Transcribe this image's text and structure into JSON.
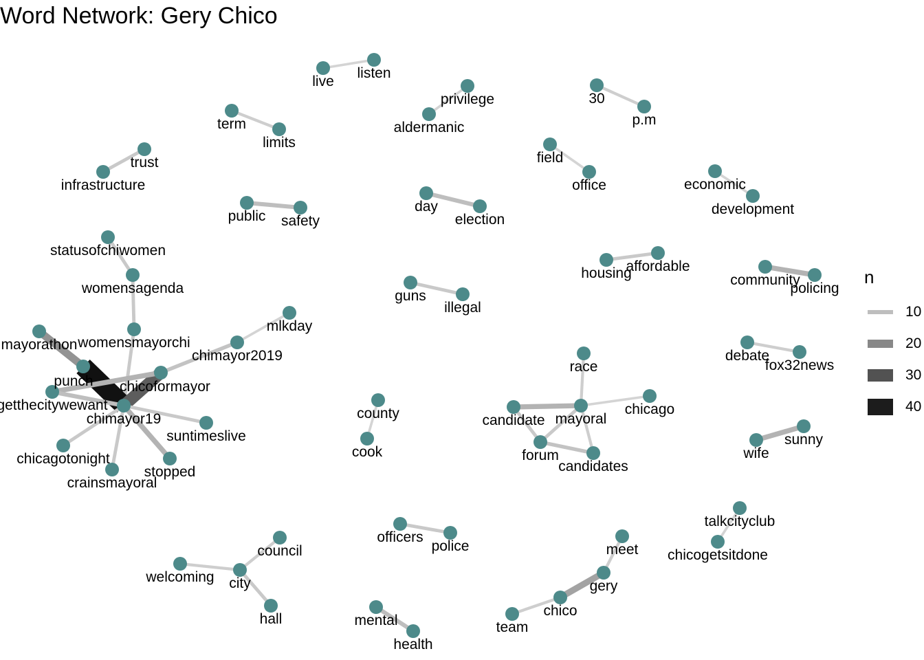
{
  "title": "Word Network: Gery Chico",
  "colors": {
    "node": "#4d8a8a",
    "edge_dark": "#111111",
    "edge_light": "#d9d9d9"
  },
  "legend": {
    "title": "n",
    "items": [
      {
        "label": "10",
        "value": 10
      },
      {
        "label": "20",
        "value": 20
      },
      {
        "label": "30",
        "value": 30
      },
      {
        "label": "40",
        "value": 40
      }
    ]
  },
  "chart_data": {
    "type": "network",
    "nodes": [
      "live",
      "listen",
      "privilege",
      "aldermanic",
      "30",
      "p.m",
      "term",
      "limits",
      "trust",
      "infrastructure",
      "field",
      "office",
      "economic",
      "development",
      "day",
      "election",
      "public",
      "safety",
      "statusofchiwomen",
      "womensagenda",
      "womensmayorchi",
      "mlkday",
      "chimayor2019",
      "mayorathon",
      "punch",
      "chicoformayor",
      "getthecitywewant",
      "chimayor19",
      "suntimeslive",
      "chicagotonight",
      "crainsmayoral",
      "stopped",
      "housing",
      "affordable",
      "community",
      "policing",
      "guns",
      "illegal",
      "race",
      "candidate",
      "mayoral",
      "chicago",
      "forum",
      "candidates",
      "debate",
      "fox32news",
      "county",
      "cook",
      "wife",
      "sunny",
      "talkcityclub",
      "chicogetsitdone",
      "officers",
      "police",
      "meet",
      "gery",
      "chico",
      "team",
      "council",
      "welcoming",
      "city",
      "hall",
      "mental",
      "health"
    ],
    "edges": [
      {
        "from": "live",
        "to": "listen",
        "n": 6
      },
      {
        "from": "privilege",
        "to": "aldermanic",
        "n": 6
      },
      {
        "from": "30",
        "to": "p.m",
        "n": 7
      },
      {
        "from": "term",
        "to": "limits",
        "n": 7
      },
      {
        "from": "trust",
        "to": "infrastructure",
        "n": 8
      },
      {
        "from": "field",
        "to": "office",
        "n": 6
      },
      {
        "from": "economic",
        "to": "development",
        "n": 6
      },
      {
        "from": "day",
        "to": "election",
        "n": 10
      },
      {
        "from": "public",
        "to": "safety",
        "n": 10
      },
      {
        "from": "statusofchiwomen",
        "to": "womensagenda",
        "n": 8
      },
      {
        "from": "womensagenda",
        "to": "womensmayorchi",
        "n": 8
      },
      {
        "from": "womensmayorchi",
        "to": "chimayor19",
        "n": 8
      },
      {
        "from": "mlkday",
        "to": "chimayor2019",
        "n": 6
      },
      {
        "from": "chimayor2019",
        "to": "chicoformayor",
        "n": 9
      },
      {
        "from": "mayorathon",
        "to": "punch",
        "n": 18
      },
      {
        "from": "punch",
        "to": "chimayor19",
        "n": 45
      },
      {
        "from": "chicoformayor",
        "to": "chimayor19",
        "n": 28
      },
      {
        "from": "chicoformayor",
        "to": "getthecitywewant",
        "n": 12
      },
      {
        "from": "getthecitywewant",
        "to": "chimayor19",
        "n": 10
      },
      {
        "from": "chimayor19",
        "to": "suntimeslive",
        "n": 8
      },
      {
        "from": "chimayor19",
        "to": "chicagotonight",
        "n": 8
      },
      {
        "from": "chimayor19",
        "to": "crainsmayoral",
        "n": 8
      },
      {
        "from": "chimayor19",
        "to": "stopped",
        "n": 12
      },
      {
        "from": "housing",
        "to": "affordable",
        "n": 8
      },
      {
        "from": "community",
        "to": "policing",
        "n": 12
      },
      {
        "from": "guns",
        "to": "illegal",
        "n": 8
      },
      {
        "from": "race",
        "to": "mayoral",
        "n": 7
      },
      {
        "from": "candidate",
        "to": "mayoral",
        "n": 12
      },
      {
        "from": "mayoral",
        "to": "chicago",
        "n": 6
      },
      {
        "from": "mayoral",
        "to": "forum",
        "n": 8
      },
      {
        "from": "mayoral",
        "to": "candidates",
        "n": 7
      },
      {
        "from": "candidate",
        "to": "forum",
        "n": 8
      },
      {
        "from": "forum",
        "to": "candidates",
        "n": 9
      },
      {
        "from": "debate",
        "to": "fox32news",
        "n": 7
      },
      {
        "from": "county",
        "to": "cook",
        "n": 6
      },
      {
        "from": "wife",
        "to": "sunny",
        "n": 12
      },
      {
        "from": "talkcityclub",
        "to": "chicogetsitdone",
        "n": 6
      },
      {
        "from": "officers",
        "to": "police",
        "n": 8
      },
      {
        "from": "meet",
        "to": "gery",
        "n": 7
      },
      {
        "from": "gery",
        "to": "chico",
        "n": 15
      },
      {
        "from": "chico",
        "to": "team",
        "n": 7
      },
      {
        "from": "council",
        "to": "city",
        "n": 7
      },
      {
        "from": "welcoming",
        "to": "city",
        "n": 7
      },
      {
        "from": "city",
        "to": "hall",
        "n": 8
      },
      {
        "from": "mental",
        "to": "health",
        "n": 10
      }
    ]
  }
}
